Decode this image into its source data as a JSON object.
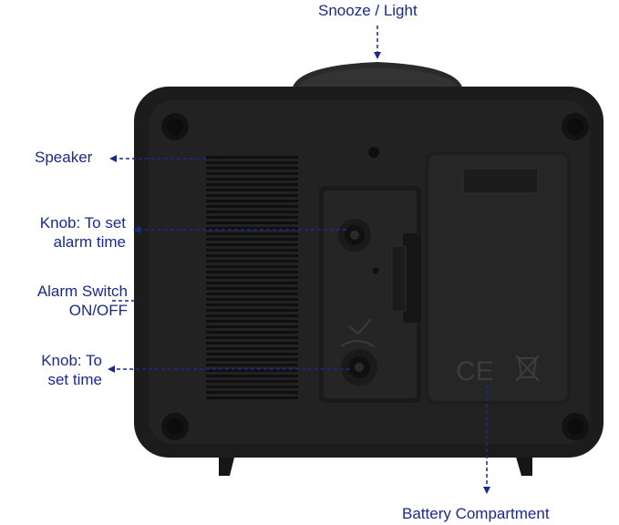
{
  "labels": {
    "snooze_light": "Snooze / Light",
    "speaker": "Speaker",
    "knob_alarm_line1": "Knob: To set",
    "knob_alarm_line2": "alarm time",
    "alarm_switch_line1": "Alarm Switch",
    "alarm_switch_line2": "ON/OFF",
    "knob_time_line1": "Knob: To",
    "knob_time_line2": "set time",
    "battery_compartment": "Battery Compartment"
  },
  "markings": {
    "ce": "CE"
  },
  "colors": {
    "label_text": "#1a2a8c",
    "arrow": "#1a2a8c",
    "body": "#1c1c1c",
    "panel": "#262626"
  }
}
